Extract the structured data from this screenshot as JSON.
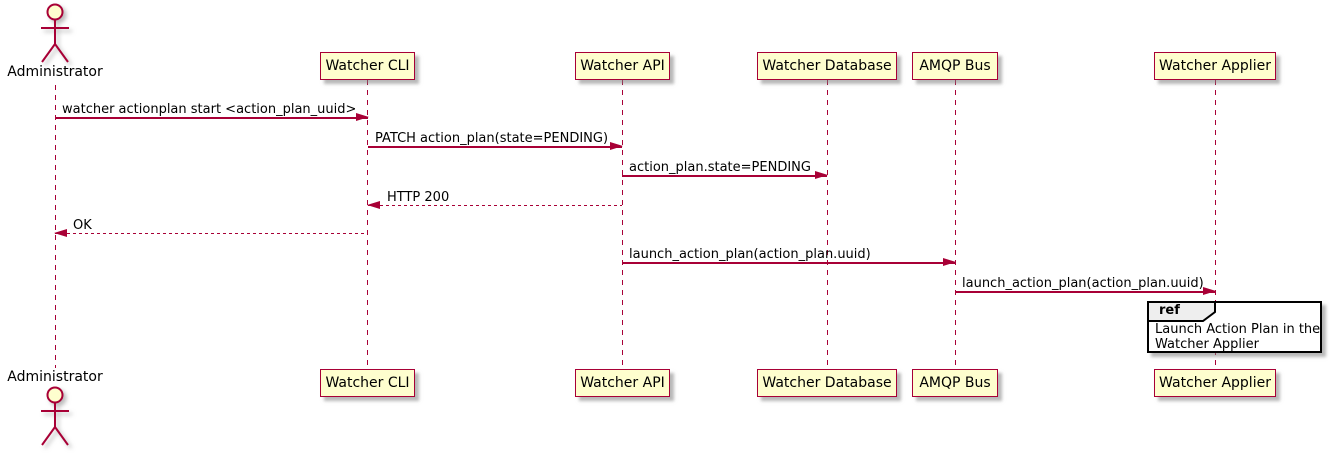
{
  "diagram_type": "uml-sequence",
  "colors": {
    "participant_fill": "#FEFECE",
    "participant_border": "#A80036",
    "line": "#A80036",
    "text": "#000000",
    "ref_fill": "#FFFFFF",
    "ref_border": "#000000",
    "ref_tag_fill": "#EEEEEE"
  },
  "actor": {
    "name": "Administrator"
  },
  "participants": [
    {
      "label": "Watcher CLI"
    },
    {
      "label": "Watcher API"
    },
    {
      "label": "Watcher Database"
    },
    {
      "label": "AMQP Bus"
    },
    {
      "label": "Watcher Applier"
    }
  ],
  "messages": [
    {
      "label": "watcher actionplan start <action_plan_uuid>",
      "from": "Administrator",
      "to": "Watcher CLI",
      "line": "solid",
      "direction": "right"
    },
    {
      "label": "PATCH action_plan(state=PENDING)",
      "from": "Watcher CLI",
      "to": "Watcher API",
      "line": "solid",
      "direction": "right"
    },
    {
      "label": "action_plan.state=PENDING",
      "from": "Watcher API",
      "to": "Watcher Database",
      "line": "solid",
      "direction": "right"
    },
    {
      "label": "HTTP 200",
      "from": "Watcher API",
      "to": "Watcher CLI",
      "line": "dashed",
      "direction": "left"
    },
    {
      "label": "OK",
      "from": "Watcher CLI",
      "to": "Administrator",
      "line": "dashed",
      "direction": "left"
    },
    {
      "label": "launch_action_plan(action_plan.uuid)",
      "from": "Watcher API",
      "to": "AMQP Bus",
      "line": "solid",
      "direction": "right"
    },
    {
      "label": "launch_action_plan(action_plan.uuid)",
      "from": "AMQP Bus",
      "to": "Watcher Applier",
      "line": "solid",
      "direction": "right"
    }
  ],
  "ref": {
    "keyword": "ref",
    "lines": [
      "Launch Action Plan in the",
      "Watcher Applier"
    ]
  }
}
